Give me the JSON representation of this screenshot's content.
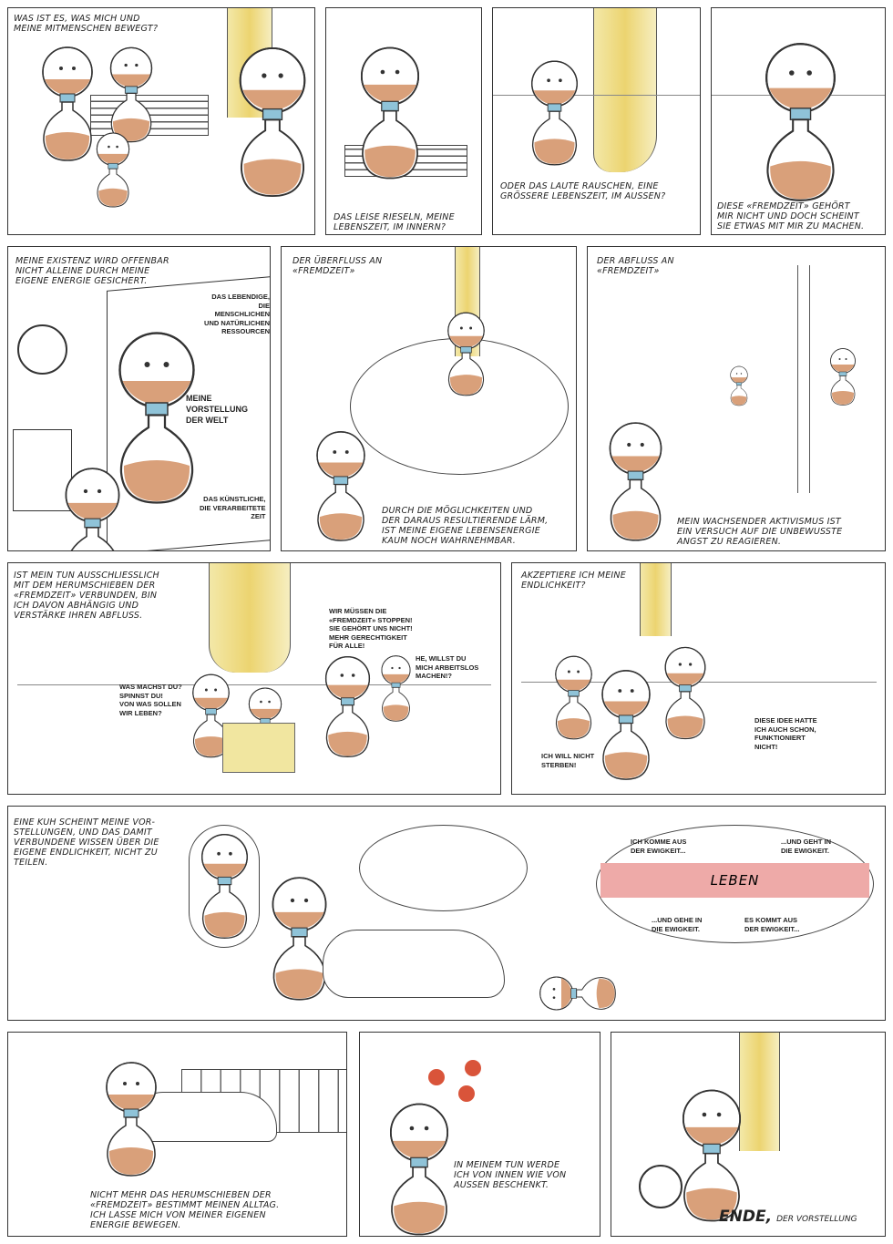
{
  "panels": [
    {
      "caption": "Was ist es, was mich und\nmeine Mitmenschen bewegt?"
    },
    {
      "caption": "Das leise Rieseln, meine\nLebenszeit,  im Innern?"
    },
    {
      "caption": "Oder das laute Rauschen, eine\ngrössere Lebenszeit, im Aussen?"
    },
    {
      "caption": "Diese «Fremdzeit» gehört\nmir nicht und doch scheint\nsie etwas mit mir zu machen."
    },
    {
      "caption": "Meine Existenz wird offenbar\nnicht alleine durch meine\neigene Energie gesichert.",
      "labels": {
        "top": "Das Lebendige,\ndie menschlichen\nund natürlichen\nRessourcen",
        "middle": "Meine Vorstellung\nder Welt",
        "bottom": "Das Künstliche,\ndie verarbeitete\nZeit"
      }
    },
    {
      "caption": "Der Überfluss an\n«Fremdzeit»",
      "caption2": "Durch die Möglichkeiten und\nder daraus resultierende Lärm,\nist meine eigene Lebensenergie\nkaum noch wahrnehmbar."
    },
    {
      "caption": "Der Abfluss an\n«Fremdzeit»",
      "caption2": "Mein wachsender Aktivismus ist\nein Versuch auf die unbewusste\nAngst zu reagieren."
    },
    {
      "caption": "Ist mein Tun ausschliesslich\nmit  dem Herumschieben der\n«Fremdzeit» verbunden, bin\nich davon abhängig und\nverstärke ihren Abfluss.",
      "speech": [
        "Was machst du?\nSpinnst du!\nVon was sollen\nwir leben?",
        "Wir müssen die\n«Fremdzeit» stoppen!\nSie gehört uns nicht!\nMehr Gerechtigkeit\nfür alle!",
        "He, willst du\nmich arbeitslos\nmachen!?"
      ]
    },
    {
      "caption": "Akzeptiere ich meine\nEndlichkeit?",
      "speech": [
        "Ich will nicht\nsterben!",
        "Diese Idee hatte\nich auch schon,\nfunktioniert\nnicht!"
      ]
    },
    {
      "caption": "Eine Kuh scheint meine Vor-\nstellungen, und das damit\nverbundene Wissen über die\neigene Endlichkeit, nicht zu\nteilen.",
      "thought": {
        "label": "LEBEN",
        "texts": [
          "Ich komme aus\nder Ewigkeit...",
          "...und geht in\ndie Ewigkeit.",
          "...und gehe in\ndie Ewigkeit.",
          "Es kommt aus\nder Ewigkeit..."
        ]
      }
    },
    {
      "caption": "Nicht mehr das Herumschieben der\n«Fremdzeit» bestimmt meinen Alltag.\nIch lasse mich von meiner eigenen\nEnergie bewegen."
    },
    {
      "caption": "In meinem Tun werde\nich von innen wie von\naussen beschenkt."
    },
    {
      "caption": "Ende,",
      "caption_small": "der Vorstellung"
    }
  ],
  "colors": {
    "sand": "#d9a07a",
    "collar": "#8fc3d8",
    "tree": "#ecd470",
    "pink": "#eeaaa8"
  }
}
